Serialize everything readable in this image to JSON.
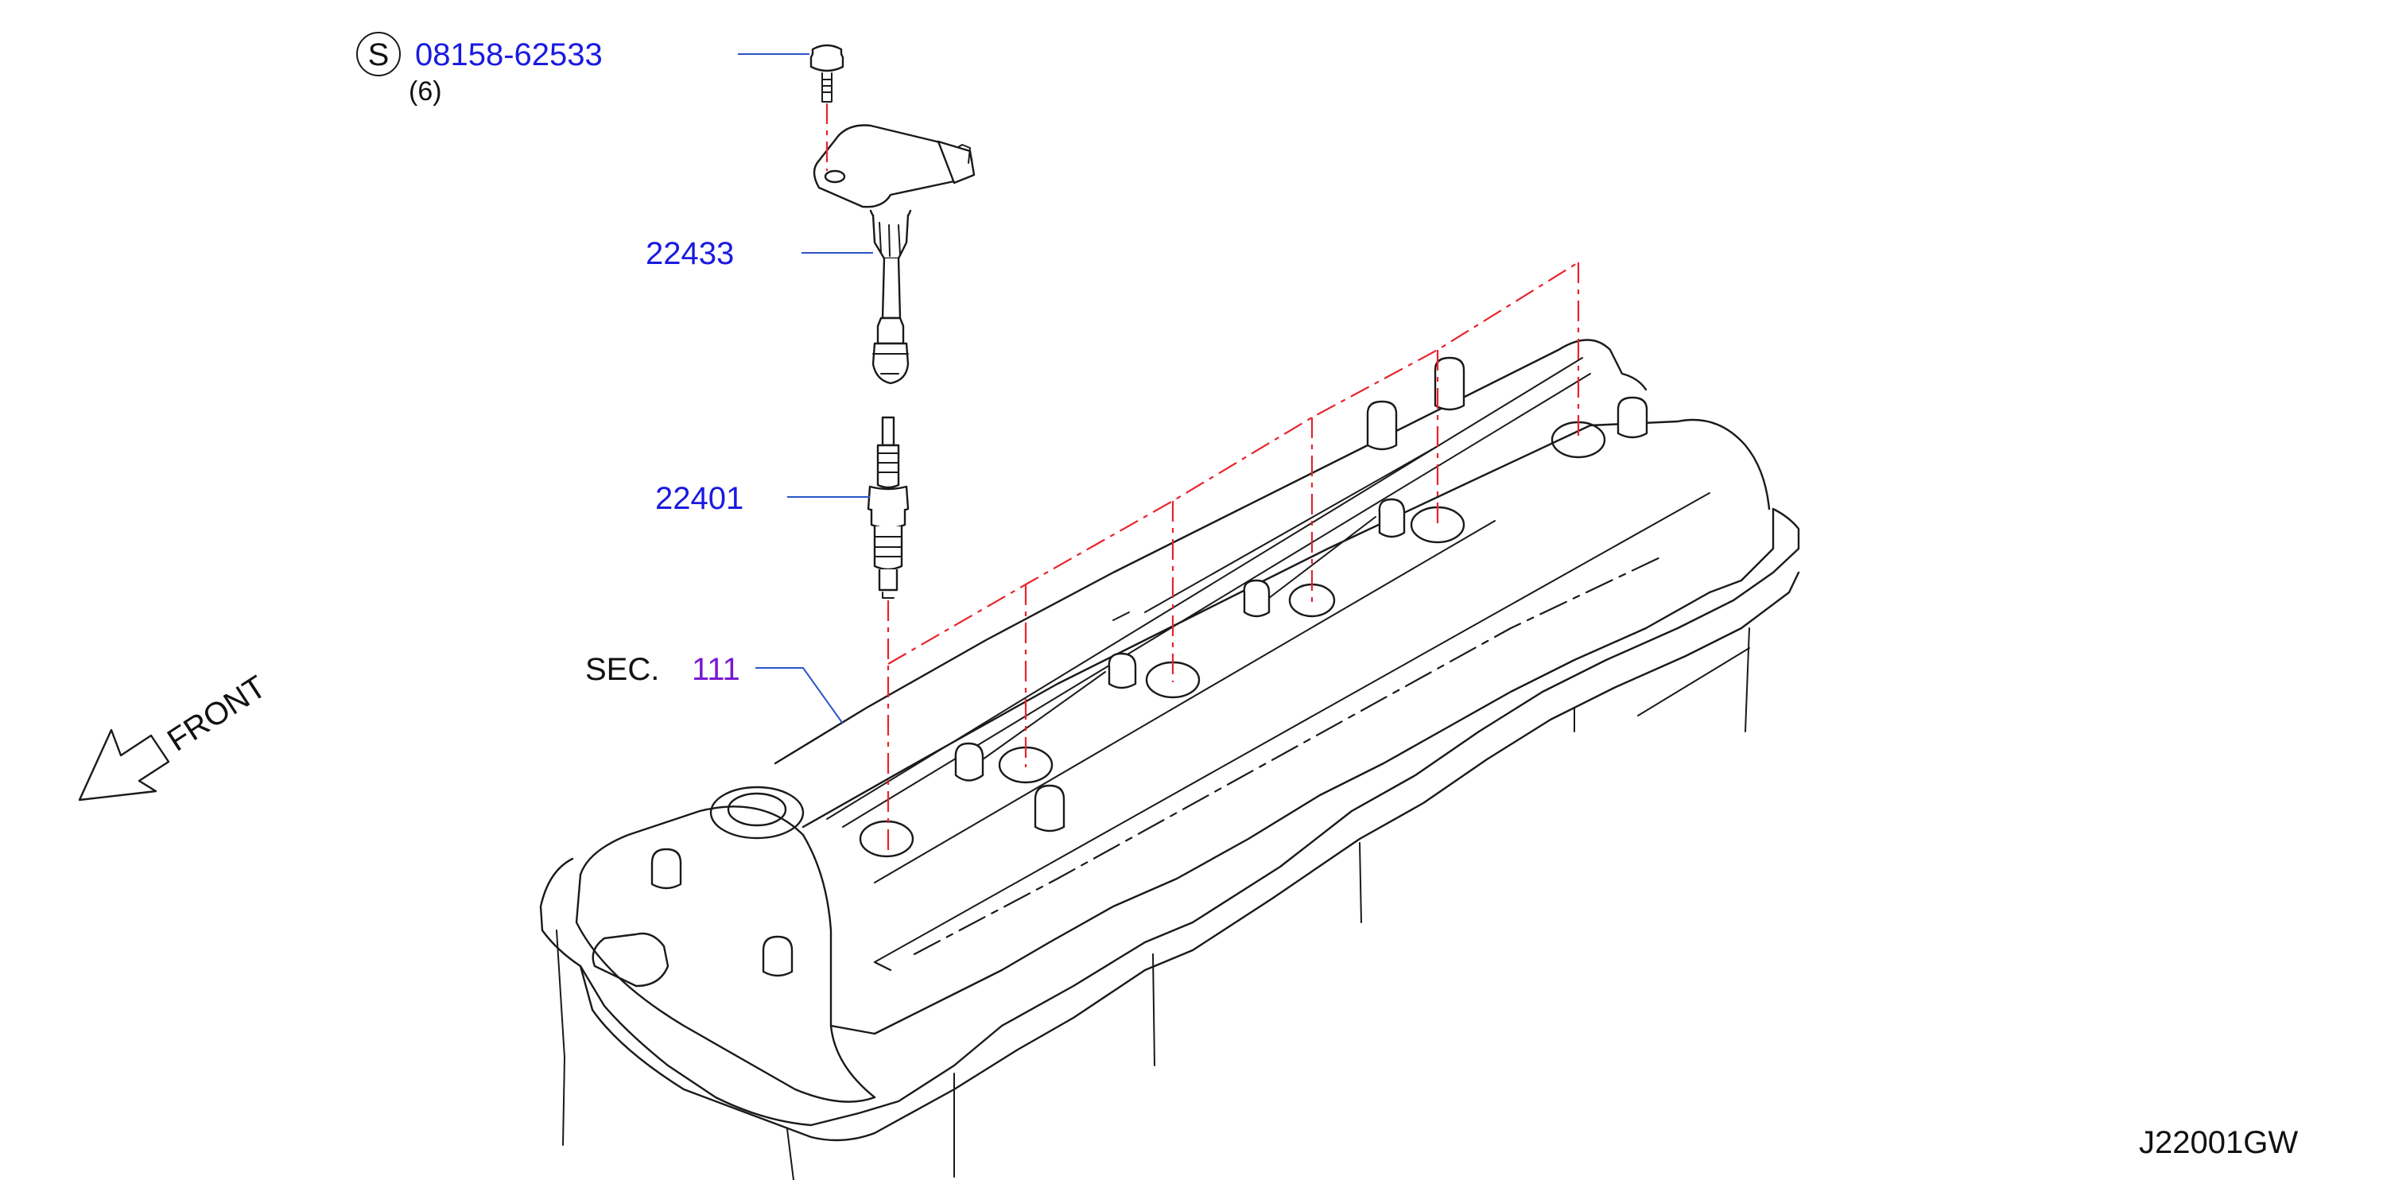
{
  "callouts": {
    "bolt": {
      "prefix_symbol": "S",
      "part_number": "08158-62533",
      "quantity": "(6)"
    },
    "ignition_coil": {
      "part_number": "22433"
    },
    "spark_plug": {
      "part_number": "22401"
    },
    "section_ref": {
      "prefix": "SEC.",
      "number": "111"
    }
  },
  "direction": {
    "label": "FRONT"
  },
  "diagram_id": "J22001GW",
  "colors": {
    "part_label": "#1a1ae0",
    "section_label": "#7a1ad0",
    "axis_line": "#e8242c",
    "leader_line": "#2b54c8",
    "ink": "#1a1a1a"
  }
}
